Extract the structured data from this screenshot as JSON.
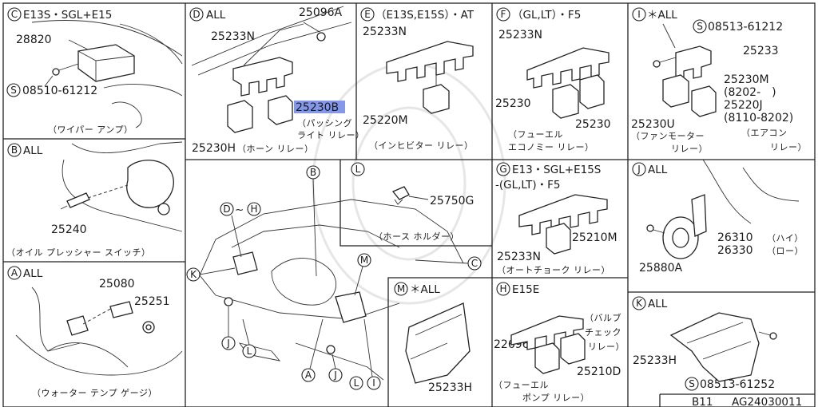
{
  "footer": {
    "model": "B11",
    "drawing_code": "AG24030011"
  },
  "panels": {
    "C": {
      "letter": "C",
      "title": "E13S・SGL+E15",
      "parts": [
        "28820",
        "08510-61212"
      ],
      "screw_letter": "S",
      "caption": "（ワイパー アンプ）"
    },
    "D": {
      "letter": "D",
      "title": "ALL",
      "parts": [
        "25096A",
        "25233N",
        "25230B",
        "25230H"
      ],
      "caption_b1": "（パッシング",
      "caption_b2": "ライト リレー）",
      "caption_h": "（ホーン リレー）"
    },
    "E": {
      "letter": "E",
      "title": "（E13S,E15S）・AT",
      "parts": [
        "25233N",
        "25220M"
      ],
      "caption": "（インヒビター リレー）"
    },
    "F": {
      "letter": "F",
      "title": "（GL,LT）・F5",
      "parts": [
        "25233N",
        "25230",
        "25230"
      ],
      "caption1": "（フューエル",
      "caption2": "エコノミー リレー）"
    },
    "I": {
      "letter": "I",
      "title": "＊ALL",
      "screw_letter": "S",
      "parts": [
        "08513-61212",
        "25233",
        "25230M",
        "(8202-　)",
        "25220J",
        "(8110-8202)",
        "25230U"
      ],
      "caption_a1": "（エアコン",
      "caption_a2": "リレー）",
      "caption_f1": "（ファンモーター",
      "caption_f2": "リレー）"
    },
    "B": {
      "letter": "B",
      "title": "ALL",
      "parts": [
        "25240"
      ],
      "caption": "（オイル プレッシャー スイッチ）"
    },
    "L": {
      "letter": "L",
      "parts": [
        "25750G"
      ],
      "caption": "（ホース ホルダー）"
    },
    "G": {
      "letter": "G",
      "title": "E13・SGL+E15S",
      "title2": "-(GL,LT)・F5",
      "parts": [
        "25210M",
        "25233N"
      ],
      "caption": "（オートチョーク リレー）"
    },
    "J": {
      "letter": "J",
      "title": "ALL",
      "parts": [
        "26310",
        "26330",
        "25880A"
      ],
      "caption_hi": "（ハイ）",
      "caption_lo": "（ロー）"
    },
    "A": {
      "letter": "A",
      "title": "ALL",
      "parts": [
        "25080",
        "25251"
      ],
      "caption": "（ウォーター テンプ ゲージ）"
    },
    "M": {
      "letter": "M",
      "title": "＊ALL",
      "parts": [
        "25233H"
      ]
    },
    "H": {
      "letter": "H",
      "title": "E15E",
      "parts": [
        "22696Y",
        "25210D"
      ],
      "caption_v1": "（バルブ",
      "caption_v2": "チェック",
      "caption_v3": "リレー）",
      "caption_f1": "（フューエル",
      "caption_f2": "ポンプ リレー）"
    },
    "K": {
      "letter": "K",
      "title": "ALL",
      "screw_letter": "S",
      "parts": [
        "25233H",
        "08513-61252"
      ]
    },
    "center": {
      "range_from": "D",
      "tilde": "~",
      "range_to": "H",
      "callouts": [
        "B",
        "M",
        "C",
        "K",
        "J",
        "L",
        "A",
        "J",
        "L",
        "I"
      ]
    }
  }
}
